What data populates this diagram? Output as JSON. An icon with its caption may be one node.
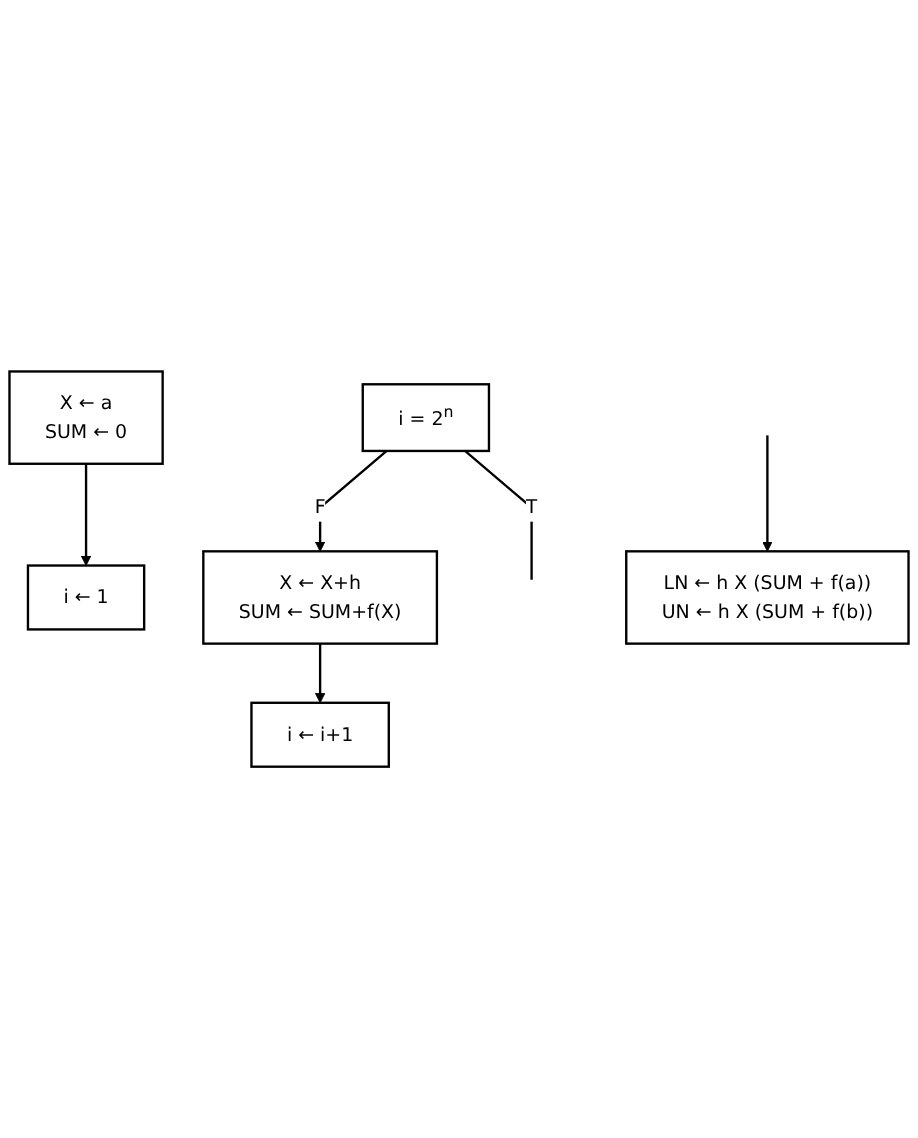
{
  "diagram": {
    "nodes": [
      {
        "text": [
          "X ← a",
          "SUM ← 0"
        ]
      },
      {
        "text": [
          "i ← 1"
        ]
      },
      {
        "text": [
          "i ← i+1"
        ]
      },
      {
        "text": [
          "i = 2$^{n}$"
        ]
      },
      {
        "text": [
          "X ← X+h",
          "SUM ← SUM+f(X)"
        ]
      },
      {
        "text": [
          "LN ← h X (SUM + f(a))",
          "UN ← h X (SUM + f(b))"
        ]
      }
    ],
    "edges": [
      {
        "from": 0,
        "to": 1,
        "arrow": "to"
      },
      {
        "from": 3,
        "to": 4,
        "label": "F",
        "arrow": "to"
      },
      {
        "from": 4,
        "to": 2,
        "arrow": "to"
      },
      {
        "from": 3,
        "to": null,
        "label": "T",
        "arrow": "none"
      },
      {
        "from": null,
        "to": 5,
        "arrow": "to"
      }
    ]
  }
}
